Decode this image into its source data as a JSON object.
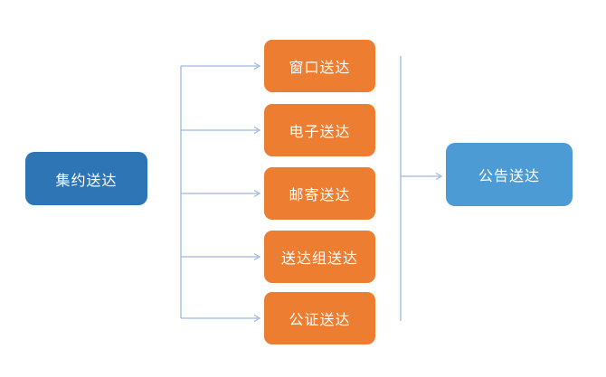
{
  "diagram": {
    "source": {
      "label": "集约送达"
    },
    "methods": [
      {
        "label": "窗口送达"
      },
      {
        "label": "电子送达"
      },
      {
        "label": "邮寄送达"
      },
      {
        "label": "送达组送达"
      },
      {
        "label": "公证送达"
      }
    ],
    "fallback": {
      "label": "公告送达"
    }
  },
  "colors": {
    "source_node": "#2E75B6",
    "method_node": "#ED7D31",
    "fallback_node": "#4D9BD5",
    "connector": "#9DB8E0",
    "text": "#FFFFFF",
    "background": "#FFFFFF"
  }
}
